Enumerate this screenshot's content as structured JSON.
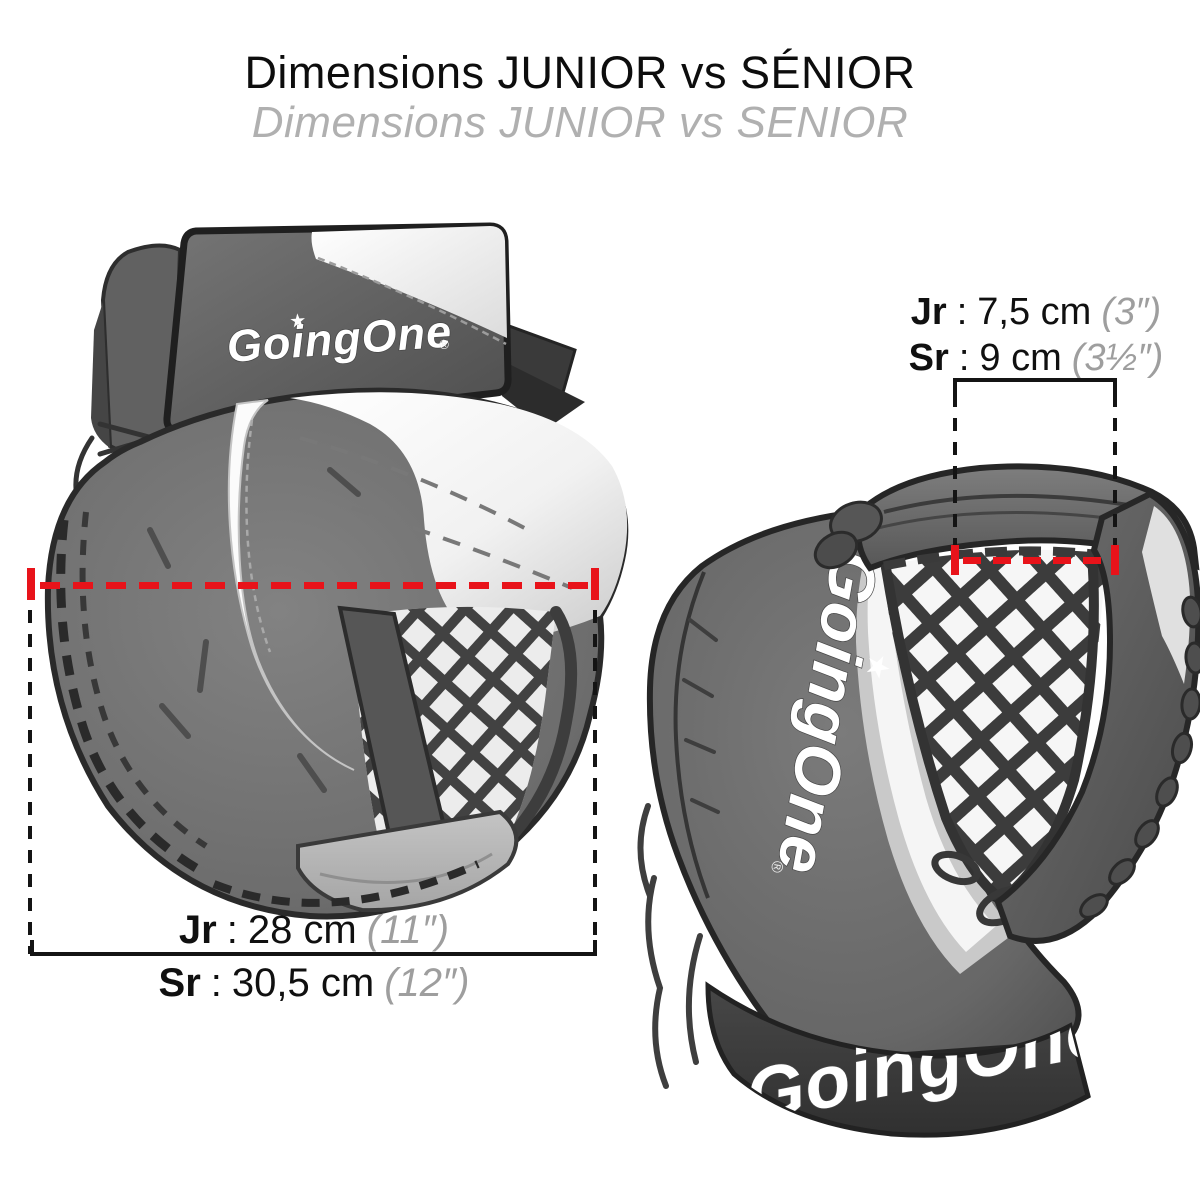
{
  "title": {
    "main": "Dimensions JUNIOR vs SÉNIOR",
    "sub": "Dimensions JUNIOR vs SENIOR"
  },
  "brand": {
    "logo": "GoingOne",
    "star": "★",
    "registered": "®"
  },
  "measurements": {
    "left": {
      "rows": [
        {
          "label": "Jr",
          "sep": ":",
          "value": "28 cm",
          "inches": "(11″)"
        },
        {
          "label": "Sr",
          "sep": ":",
          "value": "30,5 cm",
          "inches": "(12″)"
        }
      ]
    },
    "right": {
      "rows": [
        {
          "label": "Jr",
          "sep": ":",
          "value": "7,5 cm",
          "inches": "(3″)"
        },
        {
          "label": "Sr",
          "sep": ":",
          "value": "9 cm",
          "inches": "(3½″)"
        }
      ]
    }
  },
  "colors": {
    "measure_red": "#e8131a",
    "line_black": "#141414",
    "title_black": "#0d0d0d",
    "subtitle_gray": "#b0b0b0",
    "inches_gray": "#9e9e9e",
    "glove_dark_fabric": "#6a6a6a",
    "glove_white_leather": "#f4f4f4",
    "glove_palm_gray": "#b9b9b9"
  }
}
